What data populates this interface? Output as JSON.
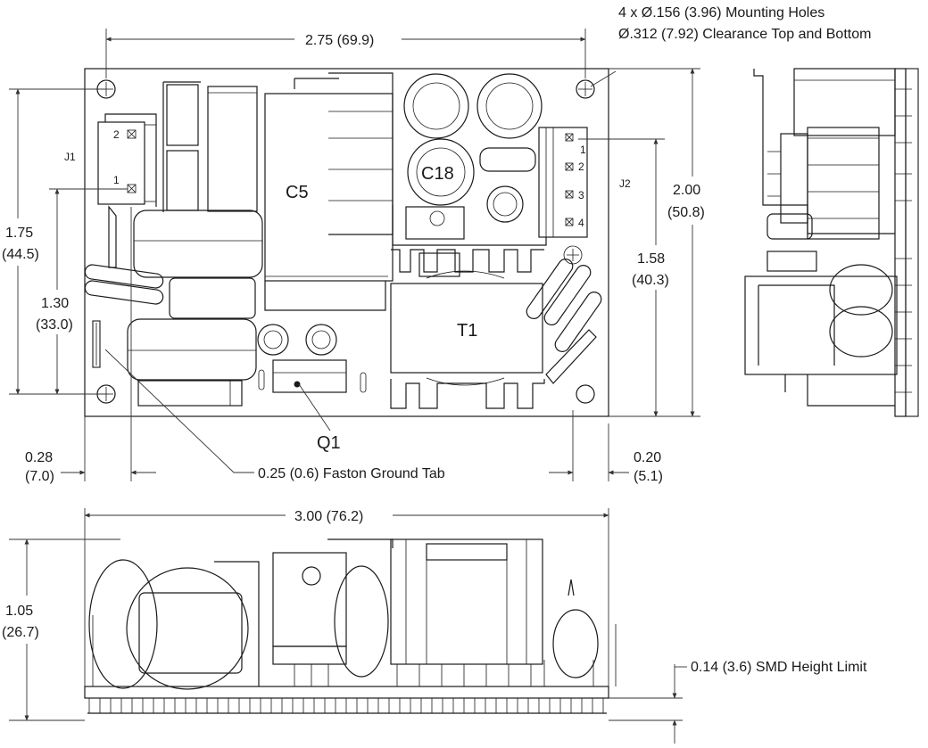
{
  "callouts": {
    "mounting_holes": "4 x Ø.156 (3.96) Mounting Holes",
    "clearance": "Ø.312 (7.92) Clearance Top and Bottom",
    "ground_tab": "0.25 (0.6) Faston Ground Tab",
    "smd_limit": "0.14 (3.6) SMD Height Limit"
  },
  "dimensions": {
    "top_width": "2.75 (69.9)",
    "height_in": "2.00",
    "height_mm": "(50.8)",
    "j2_in": "1.58",
    "j2_mm": "(40.3)",
    "left_outer_in": "1.75",
    "left_outer_mm": "(44.5)",
    "left_inner_in": "1.30",
    "left_inner_mm": "(33.0)",
    "left_offset_in": "0.28",
    "left_offset_mm": "(7.0)",
    "right_offset_in": "0.20",
    "right_offset_mm": "(5.1)",
    "side_width": "3.00 (76.2)",
    "side_height_in": "1.05",
    "side_height_mm": "(26.7)"
  },
  "components": {
    "c5": "C5",
    "c18": "C18",
    "t1": "T1",
    "q1": "Q1",
    "j1": "J1",
    "j2": "J2"
  },
  "pins": {
    "j1_pin2": "2",
    "j1_pin1": "1",
    "j2_pin1": "1",
    "j2_pin2": "2",
    "j2_pin3": "3",
    "j2_pin4": "4"
  }
}
